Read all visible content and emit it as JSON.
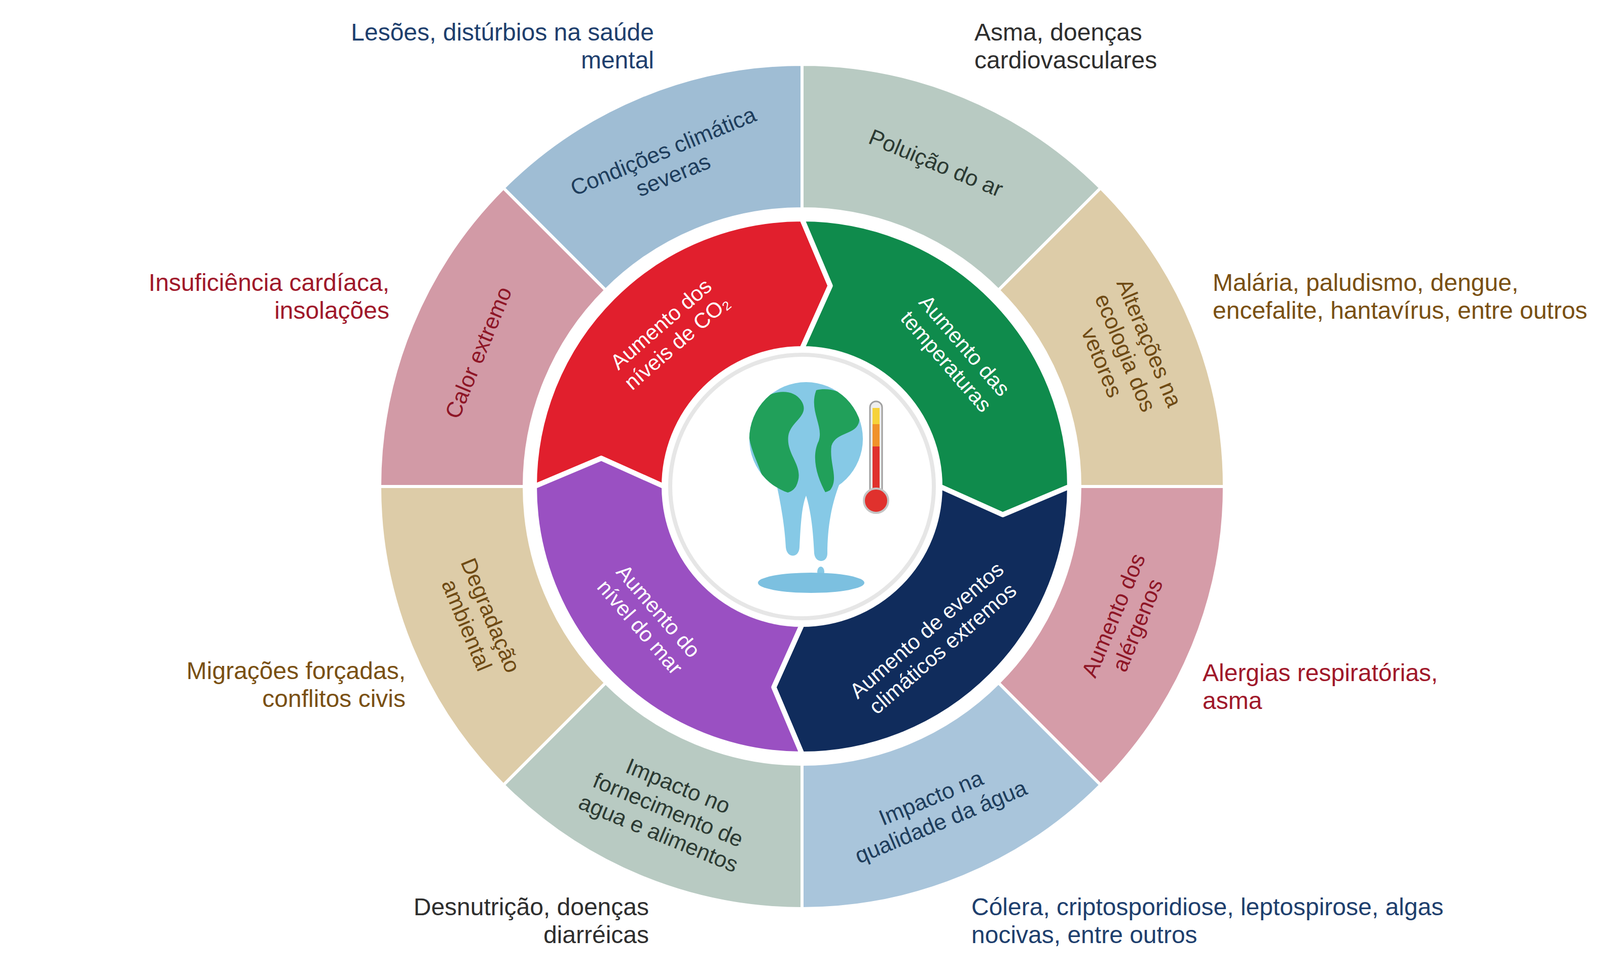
{
  "diagram": {
    "nodes": [
      {
        "text": [
          "Aumento dos níveis de CO₂"
        ]
      },
      {
        "text": [
          "Aumento das temperaturas"
        ]
      },
      {
        "text": [
          "Aumento de eventos climáticos extremos"
        ]
      },
      {
        "text": [
          "Aumento do nível do mar"
        ]
      },
      {
        "text": [
          "Condições climática severas"
        ]
      },
      {
        "text": [
          "Poluição do ar"
        ]
      },
      {
        "text": [
          "Alterações na ecologia dos vetores"
        ]
      },
      {
        "text": [
          "Aumento dos alérgenos"
        ]
      },
      {
        "text": [
          "Impacto na qualidade da água"
        ]
      },
      {
        "text": [
          "Impacto no fornecimento de agua e alimentos"
        ]
      },
      {
        "text": [
          "Degradação ambiental"
        ]
      },
      {
        "text": [
          "Calor extremo"
        ]
      }
    ],
    "labels": [
      "Lesões, distúrbios na saúde mental",
      "Asma, doenças cardiovasculares",
      "Malária, paludismo, dengue, encefalite, hantavírus, entre outros",
      "Alergias respiratórias, asma",
      "Cólera, criptosporidiose, leptospirose, algas nocivas, entre outros",
      "Desnutrição, doenças diarréicas",
      "Migrações forçadas, conflitos civis",
      "Insuficiência cardíaca, insolações"
    ]
  }
}
